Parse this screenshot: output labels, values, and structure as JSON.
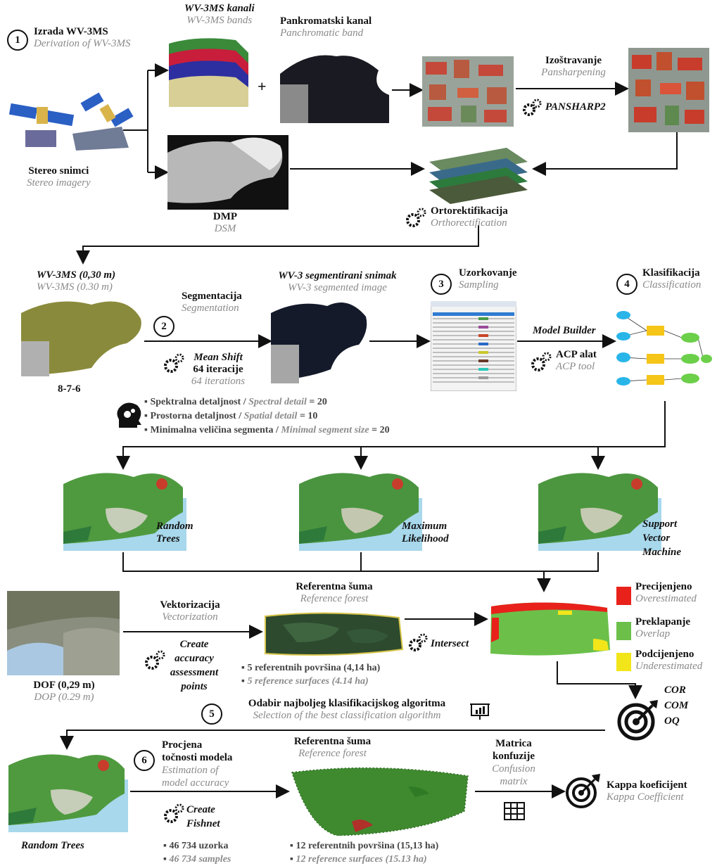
{
  "step1": {
    "number": "1",
    "title": "Izrada WV-3MS",
    "title_en": "Derivation of WV-3MS",
    "bands_title": "WV-3MS kanali",
    "bands_title_en": "WV-3MS bands",
    "pan_title": "Pankromatski kanal",
    "pan_title_en": "Panchromatic band",
    "plus": "+",
    "stereo": "Stereo snimci",
    "stereo_en": "Stereo imagery",
    "sharpen": "Izoštravanje",
    "sharpen_en": "Pansharpening",
    "sharpen_tool": "PANSHARP2",
    "dsm": "DMP",
    "dsm_en": "DSM",
    "ortho": "Ortorektifikacija",
    "ortho_en": "Orthorectification"
  },
  "step2": {
    "number": "2",
    "input": "WV-3MS (0,30 m)",
    "input_en": "WV-3MS (0.30 m)",
    "bands": "8-7-6",
    "title": "Segmentacija",
    "title_en": "Segmentation",
    "tool": "Mean Shift",
    "iter": "64 iteracije",
    "iter_en": "64 iterations",
    "output": "WV-3 segmentirani snimak",
    "output_en": "WV-3 segmented image",
    "params": [
      {
        "label": "Spektralna detaljnost / ",
        "label_en": "Spectral detail",
        "value": " = 20"
      },
      {
        "label": "Prostorna detaljnost / ",
        "label_en": "Spatial detail",
        "value": " = 10"
      },
      {
        "label": "Minimalna veličina segmenta / ",
        "label_en": "Minimal segment size",
        "value": " = 20"
      }
    ]
  },
  "step3": {
    "number": "3",
    "title": "Uzorkovanje",
    "title_en": "Sampling",
    "tool": "Model Builder",
    "tool2": "ACP alat",
    "tool2_en": "ACP tool"
  },
  "step4": {
    "number": "4",
    "title": "Klasifikacija",
    "title_en": "Classification"
  },
  "classifiers": [
    {
      "line1": "Random",
      "line2": "Trees",
      "line3": ""
    },
    {
      "line1": "Maximum",
      "line2": "Likelihood",
      "line3": ""
    },
    {
      "line1": "Support",
      "line2": "Vector",
      "line3": "Machine"
    }
  ],
  "reference": {
    "dof": "DOF (0,29 m)",
    "dof_en": "DOP (0.29 m)",
    "vector": "Vektorizacija",
    "vector_en": "Vectorization",
    "points_tool": [
      "Create",
      "accuracy",
      "assessment",
      "points"
    ],
    "forest": "Referentna šuma",
    "forest_en": "Reference forest",
    "surfaces": "5 referentnih površina (4,14 ha)",
    "surfaces_en": "5 reference surfaces (4.14 ha)",
    "intersect": "Intersect"
  },
  "legend": [
    {
      "label": "Precijenjeno",
      "label_en": "Overestimated",
      "color": "#e8211b"
    },
    {
      "label": "Preklapanje",
      "label_en": "Overlap",
      "color": "#6cc04a"
    },
    {
      "label": "Podcijenjeno",
      "label_en": "Underestimated",
      "color": "#f2e51a"
    }
  ],
  "step5": {
    "number": "5",
    "title": "Odabir najboljeg klasifikacijskog algoritma",
    "title_en": "Selection of the best classification algorithm",
    "metrics": [
      "COR",
      "COM",
      "OQ"
    ]
  },
  "step6": {
    "number": "6",
    "title_l1": "Procjena",
    "title_l2": "točnosti modela",
    "title_en_l1": "Estimation of",
    "title_en_l2": "model accuracy",
    "selected": "Random Trees",
    "tool": [
      "Create",
      "Fishnet"
    ],
    "samples": "46 734 uzorka",
    "samples_en": "46 734 samples",
    "forest": "Referentna šuma",
    "forest_en": "Reference forest",
    "surfaces": "12 referentnih površina (15,13 ha)",
    "surfaces_en": "12 reference surfaces (15.13 ha)",
    "matrix_l1": "Matrica",
    "matrix_l2": "konfuzije",
    "matrix_en_l1": "Confusion",
    "matrix_en_l2": "matrix",
    "kappa": "Kappa koeficijent",
    "kappa_en": "Kappa Coefficient"
  },
  "icons": {
    "gear": "gear-icon",
    "target": "target-icon",
    "head": "head-gears-icon",
    "presentation": "presentation-chart-icon",
    "table": "table-icon",
    "satellite": "satellite-icon"
  }
}
